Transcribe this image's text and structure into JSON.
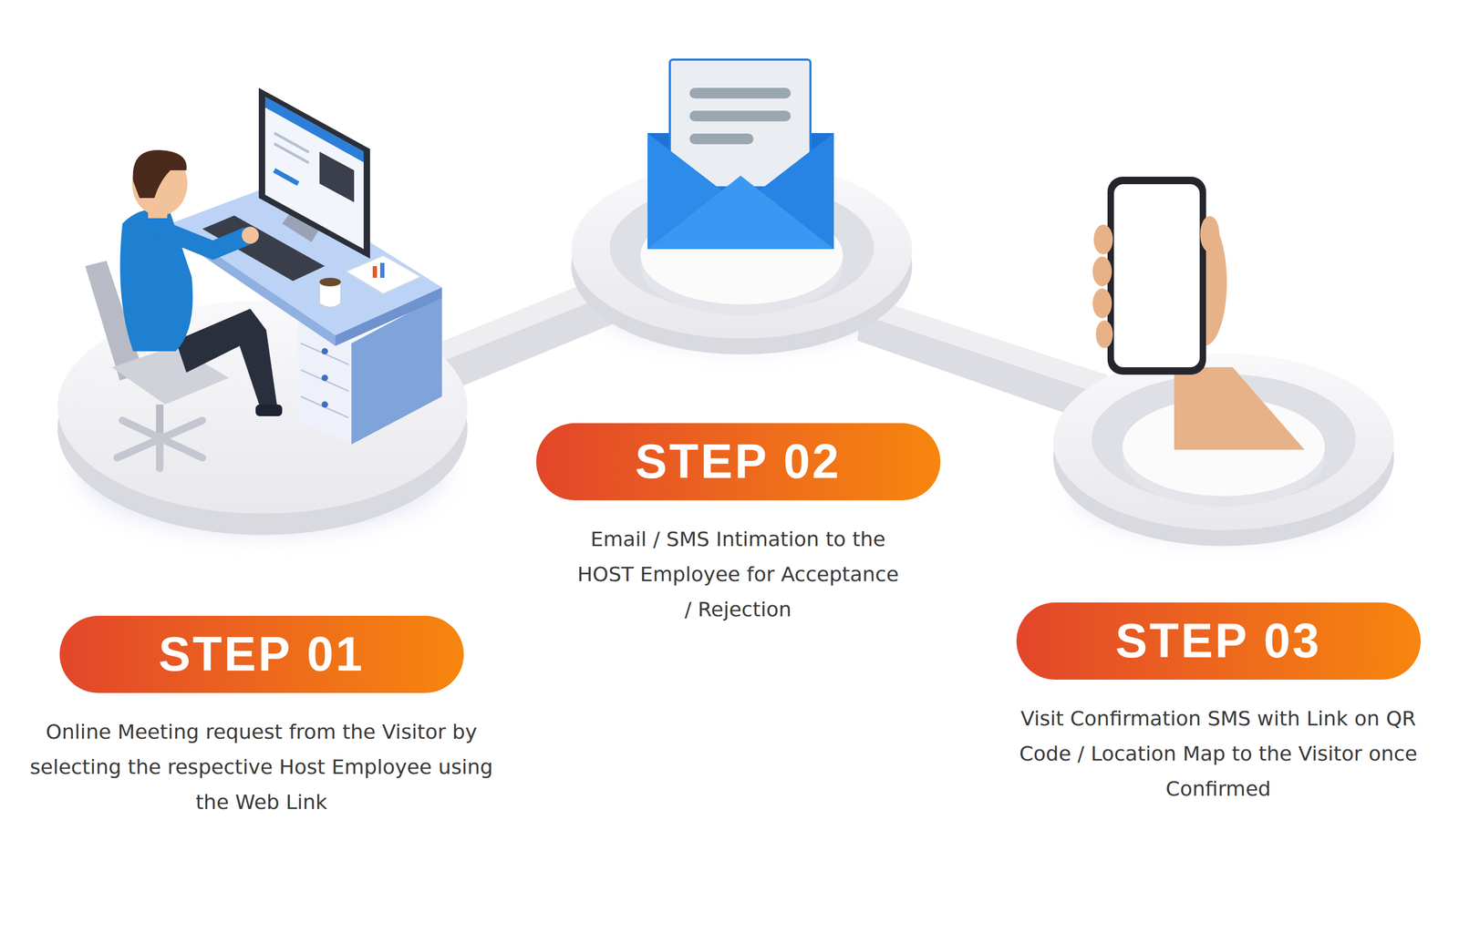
{
  "diagram": {
    "nodes": [
      {
        "text": [
          "STEP 01",
          "Online Meeting request from the Visitor by selecting the respective Host Employee using the Web Link"
        ]
      },
      {
        "text": [
          "STEP 02",
          "Email / SMS Intimation to the HOST Employee for Acceptance / Rejection"
        ]
      },
      {
        "text": [
          "STEP 03",
          "Visit Confirmation SMS with Link on QR Code / Location Map to the Visitor once Confirmed"
        ]
      }
    ]
  }
}
